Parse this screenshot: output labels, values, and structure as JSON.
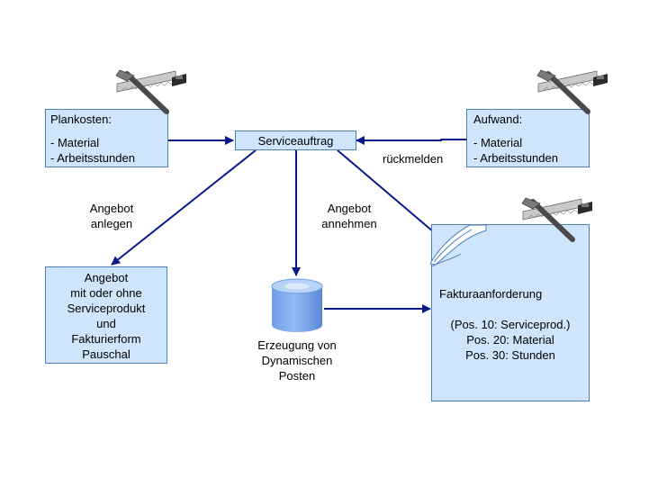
{
  "plankosten": {
    "title": "Plankosten:",
    "items": [
      "- Material",
      "- Arbeitsstunden"
    ]
  },
  "aufwand": {
    "title": "Aufwand:",
    "items": [
      "- Material",
      "- Arbeitsstunden"
    ]
  },
  "serviceauftrag": {
    "label": "Serviceauftrag"
  },
  "rueckmelden": {
    "label": "rückmelden"
  },
  "angebot_anlegen": {
    "lines": [
      "Angebot",
      "anlegen"
    ]
  },
  "angebot_annehmen": {
    "lines": [
      "Angebot",
      "annehmen"
    ]
  },
  "angebot_box": {
    "lines": [
      "Angebot",
      "mit oder ohne",
      "Serviceprodukt",
      "und",
      "Fakturierform",
      "Pauschal"
    ]
  },
  "erzeugung": {
    "lines": [
      "Erzeugung von",
      "Dynamischen",
      "Posten"
    ]
  },
  "faktura": {
    "title": "Fakturaanforderung",
    "lines": [
      "(Pos. 10: Serviceprod.)",
      "Pos. 20: Material",
      "Pos. 30: Stunden"
    ]
  },
  "icons": {
    "tool": "hammer-saw-icon",
    "database": "database-icon",
    "document": "document-icon"
  },
  "colors": {
    "arrow": "#0a1a8c",
    "box_fill": "#cfe5fb",
    "box_border": "#4d7fc0",
    "cylinder": "#7aa9ef"
  }
}
